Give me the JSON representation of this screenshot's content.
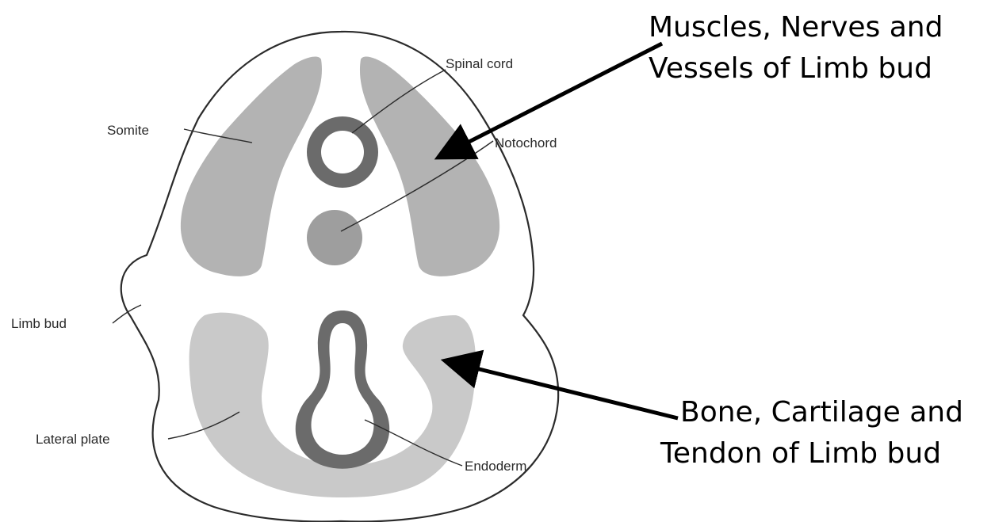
{
  "diagram": {
    "structure_labels": {
      "spinal_cord": "Spinal cord",
      "somite": "Somite",
      "notochord": "Notochord",
      "limb_bud": "Limb bud",
      "lateral_plate": "Lateral plate",
      "endoderm": "Endoderm"
    },
    "annotations": {
      "muscles_line1": "Muscles, Nerves and",
      "muscles_line2": "Vessels of Limb bud",
      "bone_line1": "Bone, Cartilage and",
      "bone_line2": "Tendon of Limb bud"
    },
    "colors": {
      "somite_fill": "#b3b3b3",
      "lateral_plate_fill": "#c9c9c9",
      "neural_tube_fill": "#6b6b6b",
      "notochord_fill": "#9e9e9e",
      "endoderm_fill": "#6b6b6b",
      "outline": "#2b2b2b",
      "arrow": "#000000"
    }
  }
}
